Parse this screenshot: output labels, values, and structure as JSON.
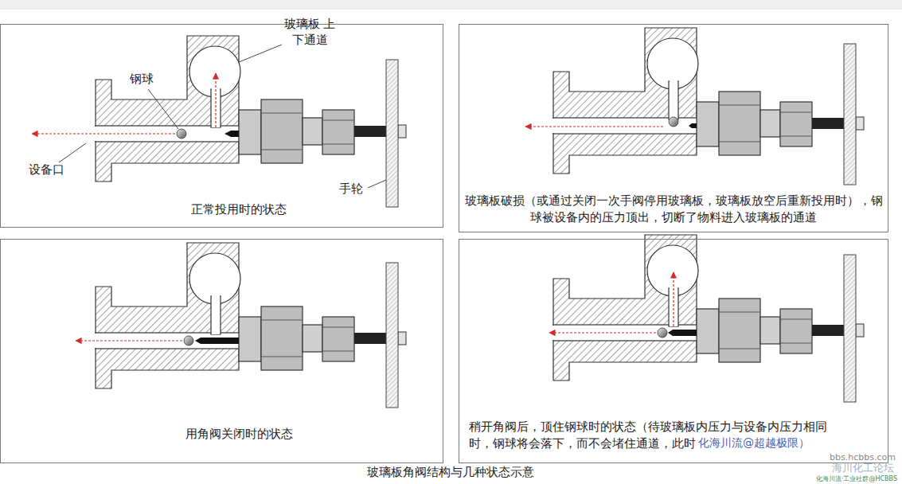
{
  "diagram": {
    "caption": "玻璃板角阀结构与几种状态示意",
    "nodes": [
      {
        "text": [
          "正常投用时的状态"
        ]
      },
      {
        "text": [
          "玻璃板破损（或通过关闭一次手阀停用玻璃板，玻璃板放空后重新投用时），钢球被设备内的压力顶出，切断了物料进入玻璃板的通道"
        ]
      },
      {
        "text": [
          "用角阀关闭时的状态"
        ]
      },
      {
        "text": [
          "稍开角阀后，顶住钢球时的状态（待玻璃板内压力与设备内压力相同时，钢球将会落下，而不会堵住通道，此时"
        ]
      }
    ],
    "labels": [
      "钢球",
      "玻璃板 上下通道",
      "设备口",
      "手轮",
      "化海川流@超越极限）",
      "bbs.hcbbs.com",
      "海川化工论坛",
      "化海川流·工业社群@HCBBS"
    ]
  }
}
